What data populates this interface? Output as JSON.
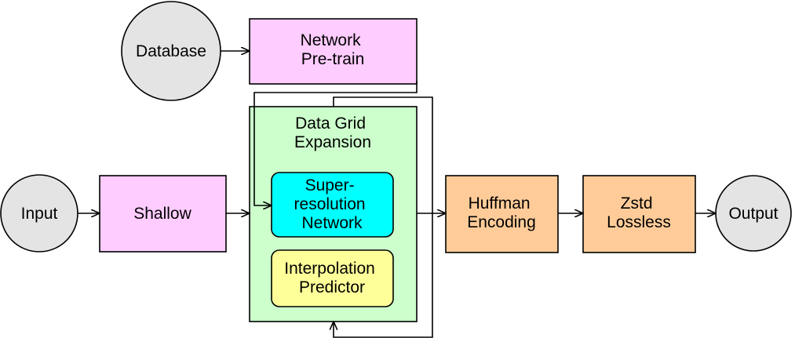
{
  "colors": {
    "pink": "#ffccff",
    "gray": "#e4e4e4",
    "green": "#ccffcc",
    "cyan": "#00ffff",
    "yellow": "#ffff99",
    "orange": "#ffcc99",
    "stroke": "#000000"
  },
  "nodes": {
    "database": {
      "lines": [
        "Database"
      ]
    },
    "pretrain": {
      "lines": [
        "Network",
        "Pre-train"
      ]
    },
    "expansion": {
      "lines": [
        "Data Grid",
        "Expansion"
      ]
    },
    "superres": {
      "lines": [
        "Super-",
        "resolution",
        "Network"
      ]
    },
    "interp": {
      "lines": [
        "Interpolation",
        "Predictor"
      ]
    },
    "input": {
      "lines": [
        "Input"
      ]
    },
    "shallow": {
      "lines": [
        "Shallow"
      ]
    },
    "huffman": {
      "lines": [
        "Huffman",
        "Encoding"
      ]
    },
    "zstd": {
      "lines": [
        "Zstd",
        "Lossless"
      ]
    },
    "output": {
      "lines": [
        "Output"
      ]
    }
  }
}
